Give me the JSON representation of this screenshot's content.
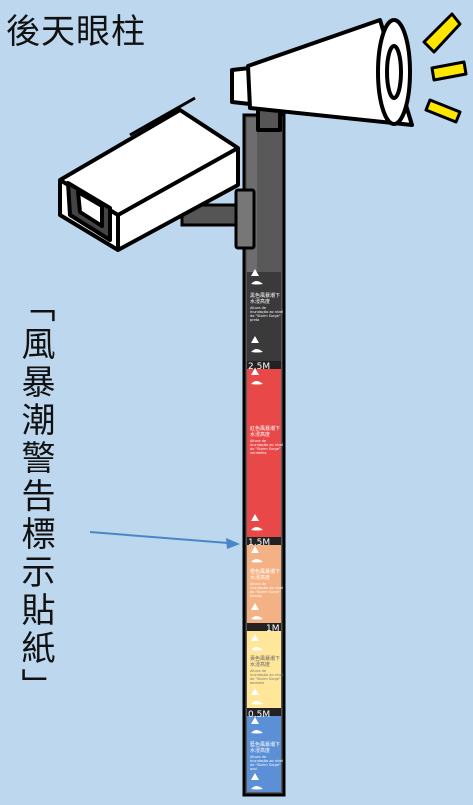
{
  "title": "後天眼柱",
  "side_label": "「風暴潮警告標示貼紙」",
  "pole": {
    "levels": [
      "2.5M",
      "1.5M",
      "1M",
      "0.5M"
    ],
    "bands": [
      {
        "name": "black",
        "color": "#3a3a3a",
        "heading_1": "黑色風暴潮下",
        "heading_2": "水浸高度",
        "sub": [
          "Altura de",
          "inundação ao nível",
          "do \"Storm Surge\"",
          "preto"
        ]
      },
      {
        "name": "red",
        "color": "#e84848",
        "heading_1": "紅色風暴潮下",
        "heading_2": "水浸高度",
        "sub": [
          "Altura de",
          "inundação ao nível",
          "do \"Storm Surge\"",
          "vermelho"
        ]
      },
      {
        "name": "orange",
        "color": "#f4b183",
        "heading_1": "橙色風暴潮下",
        "heading_2": "水浸高度",
        "sub": [
          "Altura de",
          "inundação ao nível",
          "do \"Storm Surge\"",
          "laranja"
        ]
      },
      {
        "name": "yellow",
        "color": "#ffe699",
        "heading_1": "黃色風暴潮下",
        "heading_2": "水浸高度",
        "sub": [
          "Altura de",
          "inundação ao nível",
          "do \"Storm Surge\"",
          "amarelo"
        ]
      },
      {
        "name": "blue",
        "color": "#5b8fd6",
        "heading_1": "藍色風暴潮下",
        "heading_2": "水浸高度",
        "sub": [
          "Altura de",
          "inundação ao nível",
          "do \"Storm Surge\"",
          "azul"
        ]
      }
    ]
  },
  "colors": {
    "background": "#bdd7ee",
    "pole": "#555555",
    "arrow": "#4a86c8",
    "alert_marks": "#ffe600"
  },
  "icons": [
    "megaphone-icon",
    "security-camera-icon",
    "wave-warning-icon"
  ]
}
